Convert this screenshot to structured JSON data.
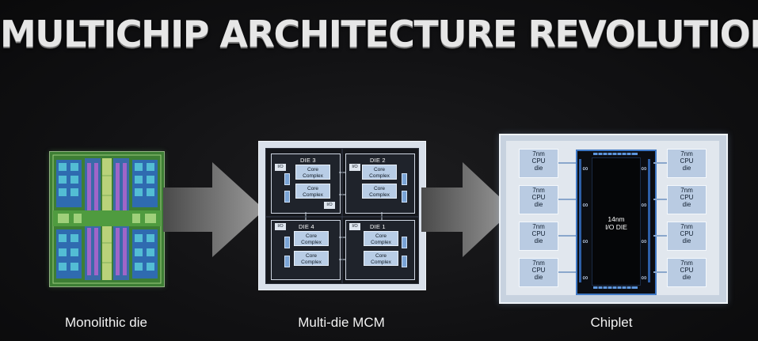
{
  "title": "MULTICHIP ARCHITECTURE REVOLUTION",
  "captions": {
    "monolithic": "Monolithic die",
    "mcm": "Multi-die MCM",
    "chiplet": "Chiplet"
  },
  "mcm": {
    "dies": [
      {
        "label": "DIE 3"
      },
      {
        "label": "DIE 2"
      },
      {
        "label": "DIE 4"
      },
      {
        "label": "DIE 1"
      }
    ],
    "core_line1": "Core",
    "core_line2": "Complex",
    "io_label": "I/O"
  },
  "chiplet": {
    "cpu_line1": "7nm",
    "cpu_line2": "CPU",
    "cpu_line3": "die",
    "io_die_line1": "14nm",
    "io_die_line2": "I/O DIE",
    "link_symbol": "∞"
  },
  "colors": {
    "background": "#111113",
    "arrow": "#8c8c8c",
    "io_die_border": "#3f78c4",
    "cpu_die": "#b9cbe2"
  },
  "icons": [
    "right-arrow-icon",
    "infinity-fabric-icon"
  ]
}
